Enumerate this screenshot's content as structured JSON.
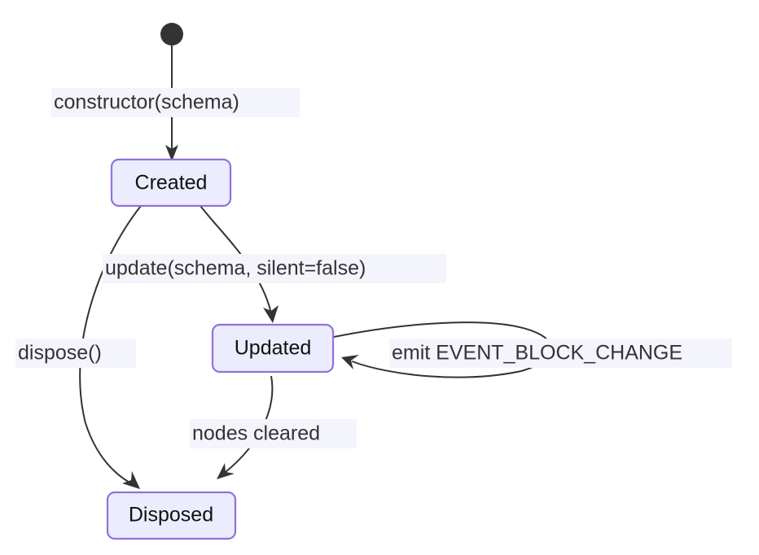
{
  "diagram": {
    "type": "state-diagram",
    "title": "",
    "background_color": "#ffffff",
    "node_fill": "#ececff",
    "node_border": "#9370db",
    "edge_color": "#333333",
    "label_bg": "#f4f4fd",
    "label_text_color": "#333333",
    "start_node_color": "#333333"
  },
  "states": [
    {
      "id": "start",
      "label": "",
      "kind": "start-node"
    },
    {
      "id": "created",
      "label": "Created",
      "kind": "state"
    },
    {
      "id": "updated",
      "label": "Updated",
      "kind": "state"
    },
    {
      "id": "disposed",
      "label": "Disposed",
      "kind": "state"
    }
  ],
  "transitions": [
    {
      "id": "t1",
      "from": "start",
      "to": "created",
      "label": "constructor(schema)"
    },
    {
      "id": "t2",
      "from": "created",
      "to": "updated",
      "label": "update(schema, silent=false)"
    },
    {
      "id": "t3",
      "from": "created",
      "to": "disposed",
      "label": "dispose()"
    },
    {
      "id": "t4",
      "from": "updated",
      "to": "updated",
      "label": "emit EVENT_BLOCK_CHANGE"
    },
    {
      "id": "t5",
      "from": "updated",
      "to": "disposed",
      "label": "nodes cleared"
    }
  ]
}
